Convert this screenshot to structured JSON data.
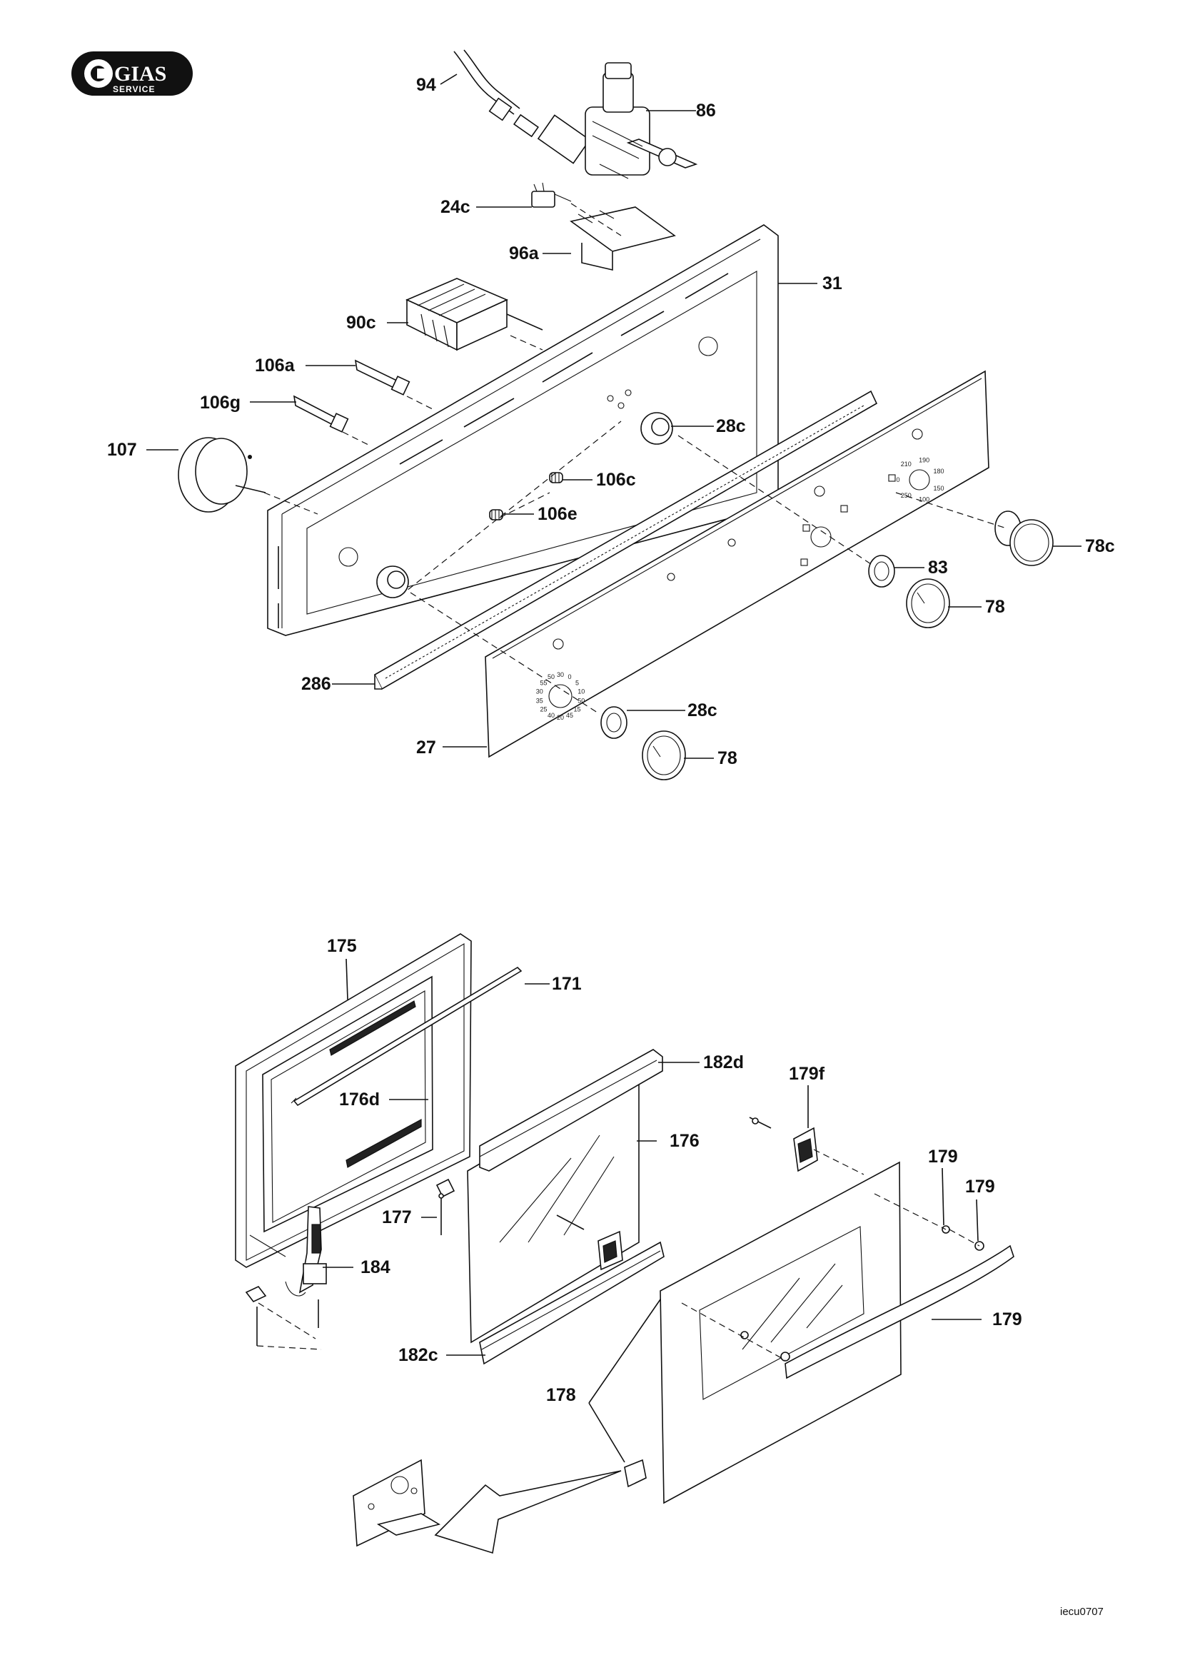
{
  "logo": {
    "brand": "GIAS",
    "sub": "SERVICE"
  },
  "callouts": {
    "p94": "94",
    "p86": "86",
    "p24c": "24c",
    "p96a": "96a",
    "p31": "31",
    "p90c": "90c",
    "p106a": "106a",
    "p106g": "106g",
    "p107": "107",
    "p28c_top": "28c",
    "p106c": "106c",
    "p106e": "106e",
    "p78c": "78c",
    "p83": "83",
    "p78_right": "78",
    "p286": "286",
    "p28c_bottom": "28c",
    "p27": "27",
    "p78_bottom": "78",
    "p175": "175",
    "p171": "171",
    "p182d": "182d",
    "p179f": "179f",
    "p176d": "176d",
    "p176": "176",
    "p179_a": "179",
    "p179_b": "179",
    "p177": "177",
    "p184": "184",
    "p179_handle": "179",
    "p182c": "182c",
    "p178": "178"
  },
  "dials": {
    "timer": [
      "30",
      "0",
      "5",
      "10",
      "50",
      "15",
      "45",
      "20",
      "40",
      "25",
      "35",
      "30",
      "55",
      "50"
    ],
    "thermostat": [
      "0",
      "210",
      "190",
      "180",
      "150",
      "100",
      "250"
    ]
  },
  "drawing_code": "iecu0707"
}
